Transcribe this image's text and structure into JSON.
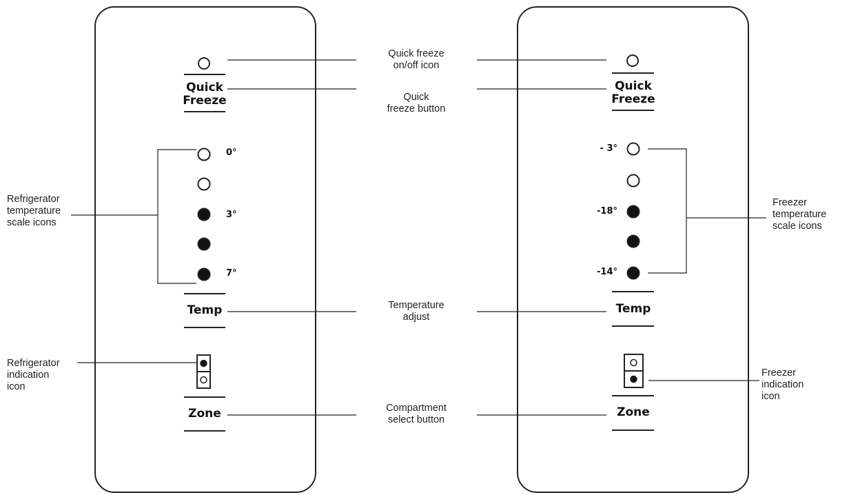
{
  "left_panel": {
    "quick_freeze_label": [
      "Quick",
      "Freeze"
    ],
    "temp_label": "Temp",
    "zone_label": "Zone",
    "scale": [
      {
        "label": "0°",
        "filled": false
      },
      {
        "label": "",
        "filled": false
      },
      {
        "label": "3°",
        "filled": true
      },
      {
        "label": "",
        "filled": true
      },
      {
        "label": "7°",
        "filled": true
      }
    ],
    "zone_icon": {
      "top_filled": true,
      "bottom_filled": false
    }
  },
  "right_panel": {
    "quick_freeze_label": [
      "Quick",
      "Freeze"
    ],
    "temp_label": "Temp",
    "zone_label": "Zone",
    "scale": [
      {
        "label": "- 3°",
        "filled": false
      },
      {
        "label": "",
        "filled": false
      },
      {
        "label": "-18°",
        "filled": true
      },
      {
        "label": "",
        "filled": true
      },
      {
        "label": "-14°",
        "filled": true
      }
    ],
    "zone_icon": {
      "top_filled": false,
      "bottom_filled": true
    }
  },
  "callouts": {
    "quick_freeze_icon": [
      "Quick freeze",
      "on/off icon"
    ],
    "quick_freeze_button": [
      "Quick",
      "freeze button"
    ],
    "temperature_adjust": [
      "Temperature",
      "adjust"
    ],
    "compartment_select": [
      "Compartment",
      "select button"
    ],
    "refrigerator_scale": [
      "Refrigerator",
      "temperature",
      "scale icons"
    ],
    "freezer_scale": [
      "Freezer",
      "temperature",
      "scale icons"
    ],
    "refrigerator_indication": [
      "Refrigerator",
      "indication",
      "icon"
    ],
    "freezer_indication": [
      "Freezer",
      "indication",
      "icon"
    ]
  }
}
